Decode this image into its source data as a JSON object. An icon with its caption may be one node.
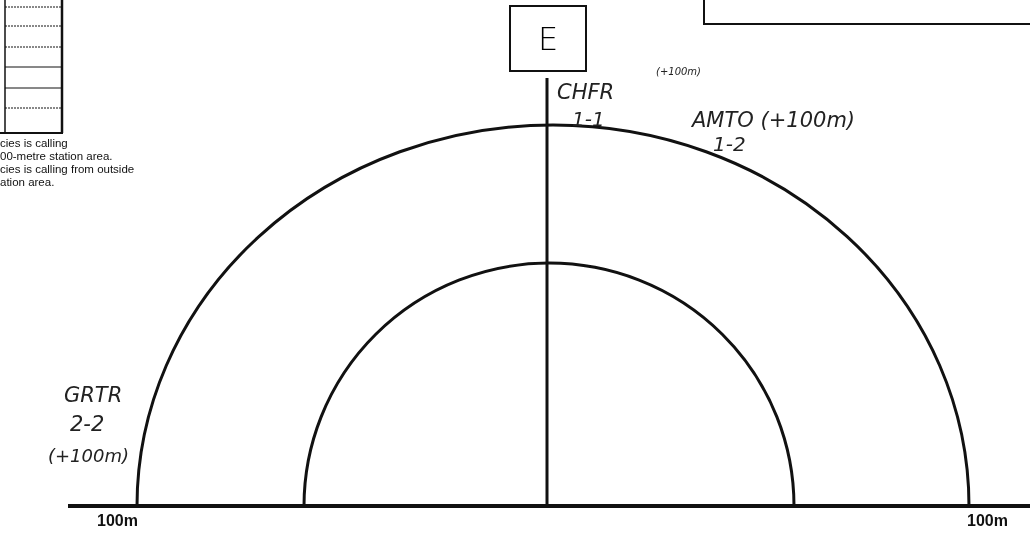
{
  "diagram": {
    "nodes": [
      {
        "text": [
          "E"
        ]
      },
      {
        "text": [],
        "shape": "box"
      }
    ],
    "labels": [
      "cies is calling",
      "00-metre station area.",
      "cies is calling from outside",
      "ation area.",
      "CHFR",
      "(+100m)",
      "1-1",
      "AMTO (+100m)",
      "1-2",
      "GRTR",
      "2-2",
      "(+100m)",
      "100m",
      "100m"
    ]
  }
}
